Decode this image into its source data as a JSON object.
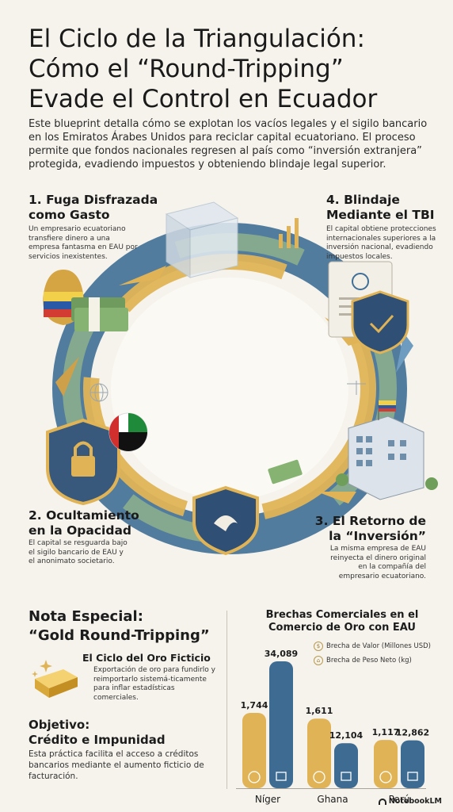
{
  "header": {
    "title_line1": "El Ciclo de la Triangulación:",
    "title_line2": "Cómo el “Round-Tripping”",
    "title_line3": "Evade el Control en Ecuador",
    "intro": "Este blueprint detalla cómo se explotan los vacíos legales y el sigilo bancario en los Emiratos Árabes Unidos para reciclar capital ecuatoriano. El proceso permite que fondos nacionales regresen al país como “inversión extranjera” protegida, evadiendo impuestos y obteniendo blindaje legal superior."
  },
  "steps": [
    {
      "title_l1": "1. Fuga Disfrazada",
      "title_l2": "como Gasto",
      "desc": "Un empresario ecuatoriano transfiere dinero a una empresa fantasma en EAU por servicios inexistentes."
    },
    {
      "title_l1": "2. Ocultamiento",
      "title_l2": "en la Opacidad",
      "desc": "El capital se resguarda bajo el sigilo bancario de EAU y el anonimato societario."
    },
    {
      "title_l1": "3. El Retorno de",
      "title_l2": "la “Inversión”",
      "desc": "La misma empresa de EAU reinyecta el dinero original en la compañía del empresario ecuatoriano."
    },
    {
      "title_l1": "4. Blindaje",
      "title_l2": "Mediante el TBI",
      "desc": "El capital obtiene protecciones internacionales superiores a la inversión nacional, evadiendo impuestos locales."
    }
  ],
  "nota": {
    "title_l1": "Nota Especial:",
    "title_l2": "“Gold Round-Tripping”",
    "oro_title": "El Ciclo del Oro Ficticio",
    "oro_desc": "Exportación de oro para fundirlo y reimportarlo sistemá-ticamente para inflar estadísticas comerciales.",
    "obj_title_l1": "Objetivo:",
    "obj_title_l2": "Crédito e Impunidad",
    "obj_desc": "Esta práctica facilita el acceso a créditos bancarios mediante el aumento ficticio de facturación."
  },
  "chart_data": {
    "type": "bar",
    "title": "Brechas Comerciales en el Comercio de Oro con EAU",
    "categories": [
      "Níger",
      "Ghana",
      "Perú"
    ],
    "series": [
      {
        "name": "Brecha de Valor (Millones USD)",
        "values": [
          1744,
          1611,
          1117
        ],
        "labels": [
          "1,744",
          "1,611",
          "1,117"
        ],
        "color": "#e0b456"
      },
      {
        "name": "Brecha de Peso Neto (kg)",
        "values": [
          34089,
          12104,
          12862
        ],
        "labels": [
          "34,089",
          "12,104",
          "12,862"
        ],
        "color": "#3d6b92"
      }
    ]
  },
  "legend_symbols": {
    "value": "$",
    "weight": "weight-icon"
  },
  "colors": {
    "gold": "#e2b252",
    "navy": "#3d6b92",
    "green": "#8fb38a",
    "bg": "#f6f3ec"
  },
  "footer": {
    "brand": "NotebookLM"
  }
}
